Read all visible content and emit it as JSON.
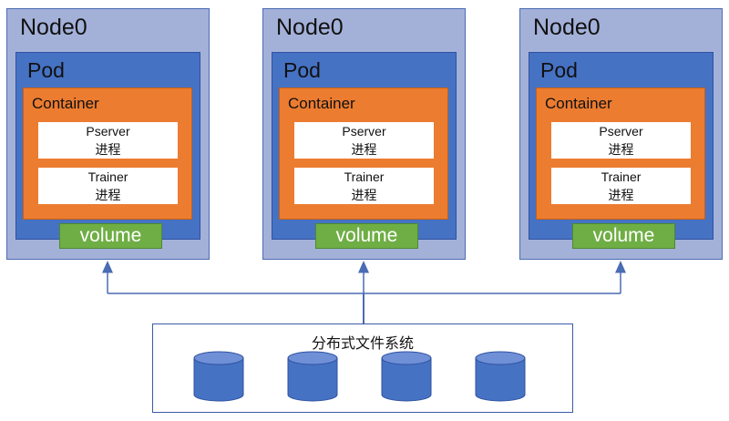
{
  "nodes": [
    {
      "title": "Node0",
      "pod": "Pod",
      "container": "Container",
      "processes": [
        {
          "name": "Pserver",
          "sub": "进程"
        },
        {
          "name": "Trainer",
          "sub": "进程"
        }
      ],
      "volume": "volume"
    },
    {
      "title": "Node0",
      "pod": "Pod",
      "container": "Container",
      "processes": [
        {
          "name": "Pserver",
          "sub": "进程"
        },
        {
          "name": "Trainer",
          "sub": "进程"
        }
      ],
      "volume": "volume"
    },
    {
      "title": "Node0",
      "pod": "Pod",
      "container": "Container",
      "processes": [
        {
          "name": "Pserver",
          "sub": "进程"
        },
        {
          "name": "Trainer",
          "sub": "进程"
        }
      ],
      "volume": "volume"
    }
  ],
  "filesystem": {
    "label": "分布式文件系统",
    "disk_count": 4,
    "disk_icon": "database-cylinder-icon"
  },
  "colors": {
    "node_bg": "#a3b1d9",
    "pod_bg": "#4672c4",
    "container_bg": "#ec7c30",
    "volume_bg": "#6fae45",
    "connector": "#4a6cb3"
  }
}
